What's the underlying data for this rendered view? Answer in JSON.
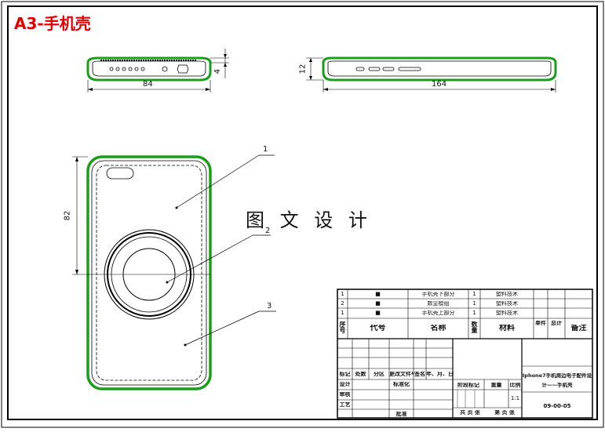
{
  "sheet": {
    "title_badge": "A3-手机壳",
    "watermark": "图 文 设 计"
  },
  "views": {
    "top_left": {
      "width_label": "84",
      "height_label": "4"
    },
    "top_right": {
      "width_label": "164",
      "height_label": "12"
    },
    "front": {
      "height_label": "82"
    }
  },
  "balloons": [
    "1",
    "2",
    "3"
  ],
  "bom": {
    "rows": [
      {
        "no": "1",
        "code": "■",
        "name": "手机壳下部分",
        "qty": "1",
        "material": "塑料技术"
      },
      {
        "no": "2",
        "code": "■",
        "name": "数显模组",
        "qty": "1",
        "material": "塑料技术"
      },
      {
        "no": "1",
        "code": "■",
        "name": "手机壳上部分",
        "qty": "1",
        "material": "塑料技术"
      }
    ],
    "header": {
      "seq": "序号",
      "code": "代号",
      "name": "名称",
      "qty": "数量",
      "material": "材料",
      "unit_weight": "单件",
      "total_weight": "总计",
      "remarks": "备注"
    }
  },
  "title_block": {
    "row_labels": [
      "标记",
      "处数",
      "分区",
      "更改文件号",
      "签名",
      "年、月、日"
    ],
    "design": "设计",
    "standardize": "标准化",
    "check": "审核",
    "process": "工艺",
    "approve": "批准",
    "stage_mark": "阶段标记",
    "weight": "重量",
    "scale": "比例",
    "scale_value": "1:1",
    "sheets_total": "共  页  张",
    "sheet_no": "第  页  张",
    "project_title_line1": "Iphone7手机周边电子配件设",
    "project_title_line2": "计——手机壳",
    "drawing_no": "09-00-05"
  },
  "colors": {
    "border": "#000000",
    "outline_green": "#1a9e1a",
    "badge_red": "#e00000"
  }
}
